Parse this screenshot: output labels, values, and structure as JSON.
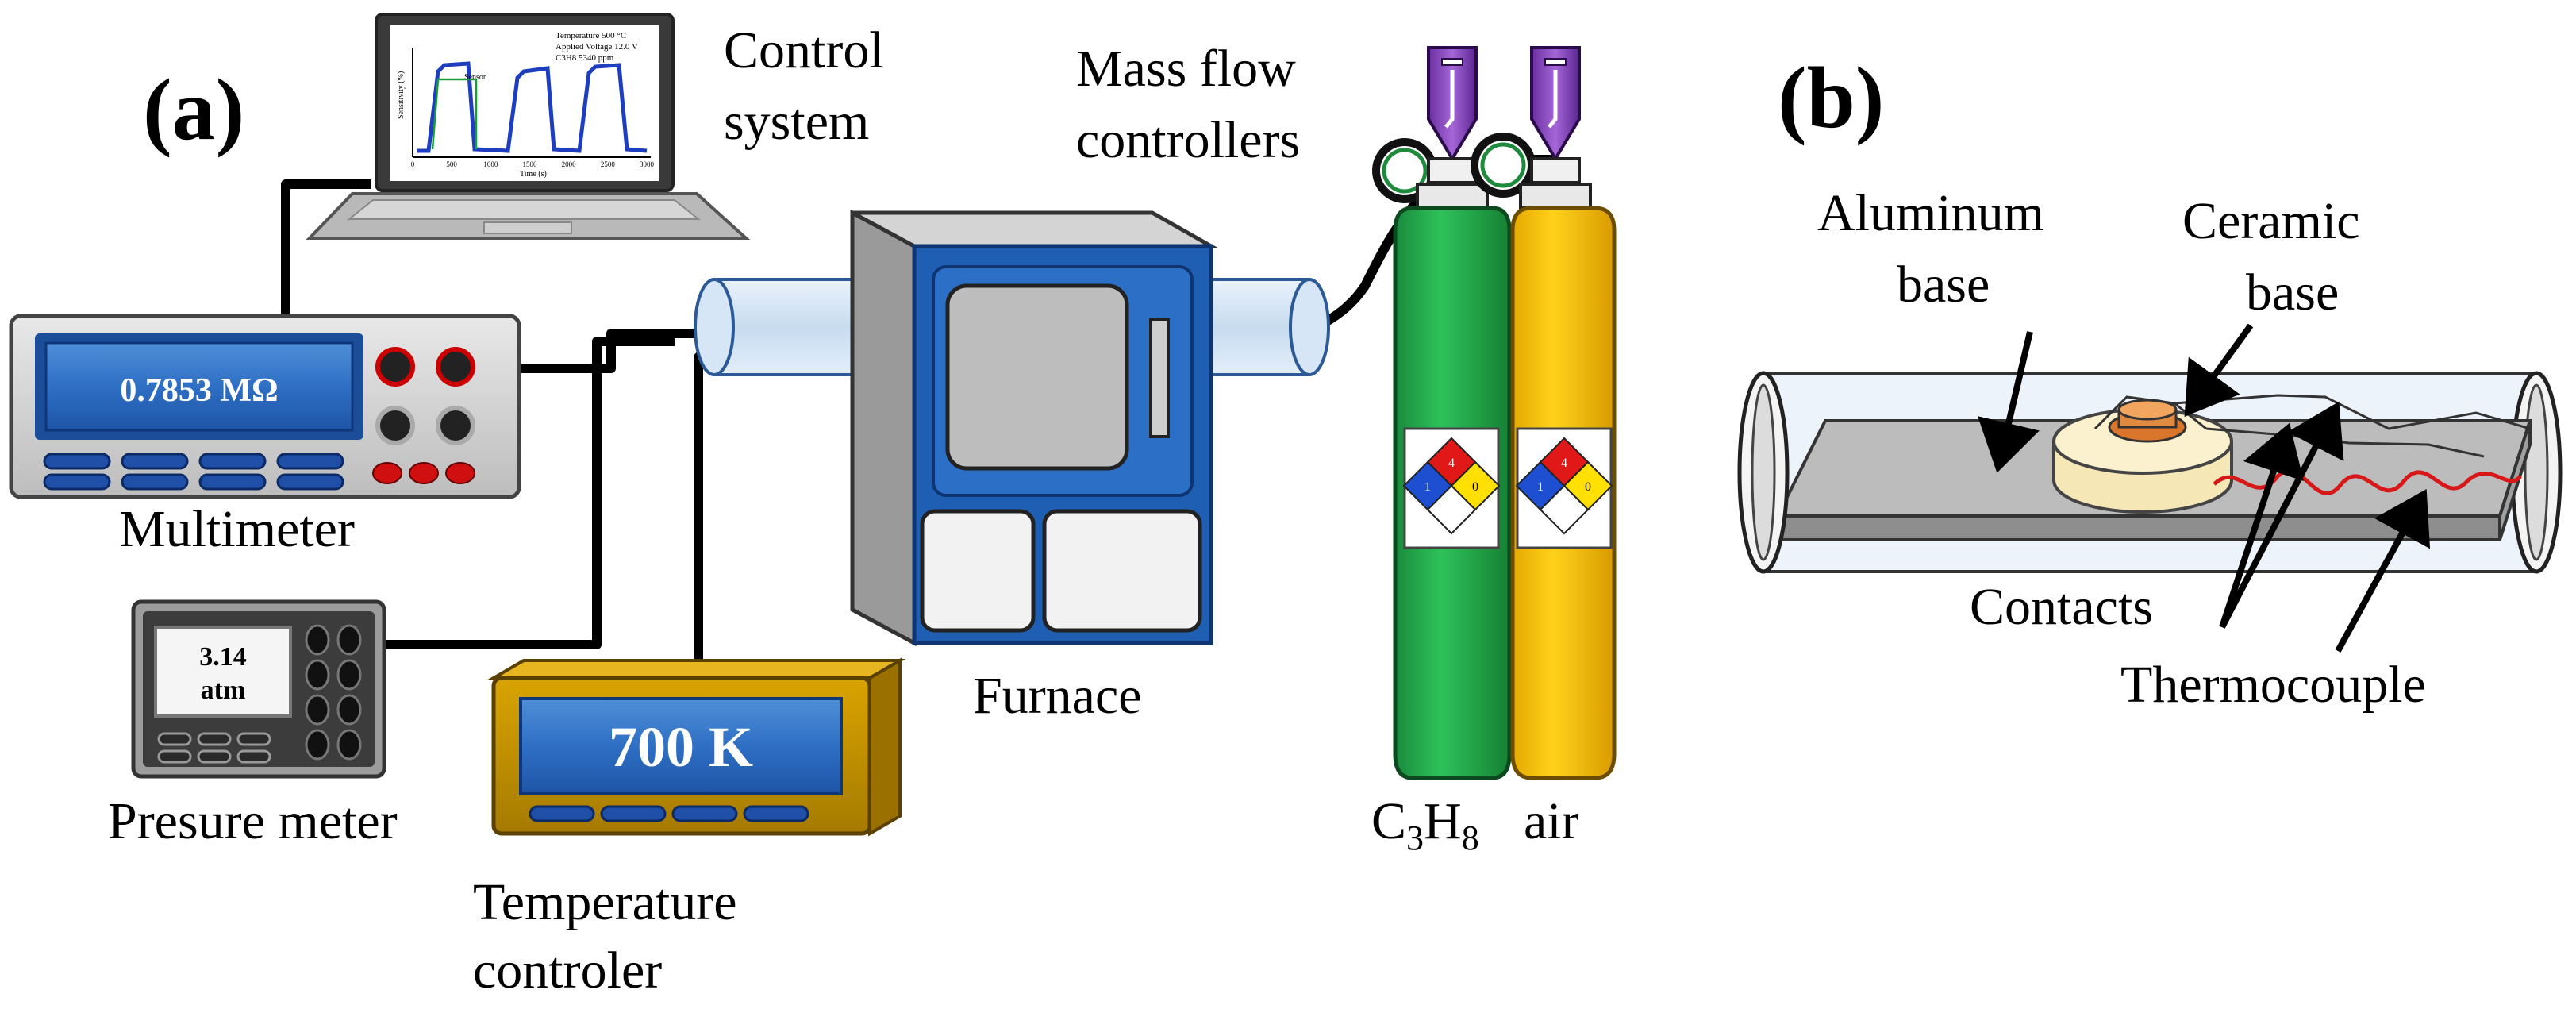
{
  "panel_a": {
    "label": "(a)",
    "laptop": {
      "label_line1": "Control",
      "label_line2": "system",
      "screen_legend_1": "Temperature 500 °C",
      "screen_legend_2": "Applied Voltage 12.0 V",
      "screen_legend_3": "C3H8 5340 ppm",
      "screen_inner_label": "Sensor",
      "screen_ylabel": "Sensitivity (%)",
      "screen_xlabel": "Time (s)",
      "screen_xticks": [
        "0",
        "500",
        "1000",
        "1500",
        "2000",
        "2500",
        "3000"
      ]
    },
    "mfc_label_line1": "Mass flow",
    "mfc_label_line2": "controllers",
    "multimeter": {
      "display": "0.7853 MΩ",
      "label": "Multimeter"
    },
    "pressure_meter": {
      "display_line1": "3.14",
      "display_line2": "atm",
      "label": "Presure meter"
    },
    "temperature_controller": {
      "display": "700 K",
      "label_line1": "Temperature",
      "label_line2": "controler"
    },
    "furnace_label": "Furnace",
    "cylinders": [
      {
        "label_main": "C",
        "sub1": "3",
        "mid": "H",
        "sub2": "8",
        "color": "#22a84a"
      },
      {
        "label_main": "air",
        "color": "#f7c600"
      }
    ],
    "hazard_numbers": {
      "left": "1",
      "top": "4",
      "right": "0"
    }
  },
  "panel_b": {
    "label": "(b)",
    "labels": {
      "aluminum_line1": "Aluminum",
      "aluminum_line2": "base",
      "ceramic_line1": "Ceramic",
      "ceramic_line2": "base",
      "contacts": "Contacts",
      "thermocouple": "Thermocouple"
    }
  }
}
